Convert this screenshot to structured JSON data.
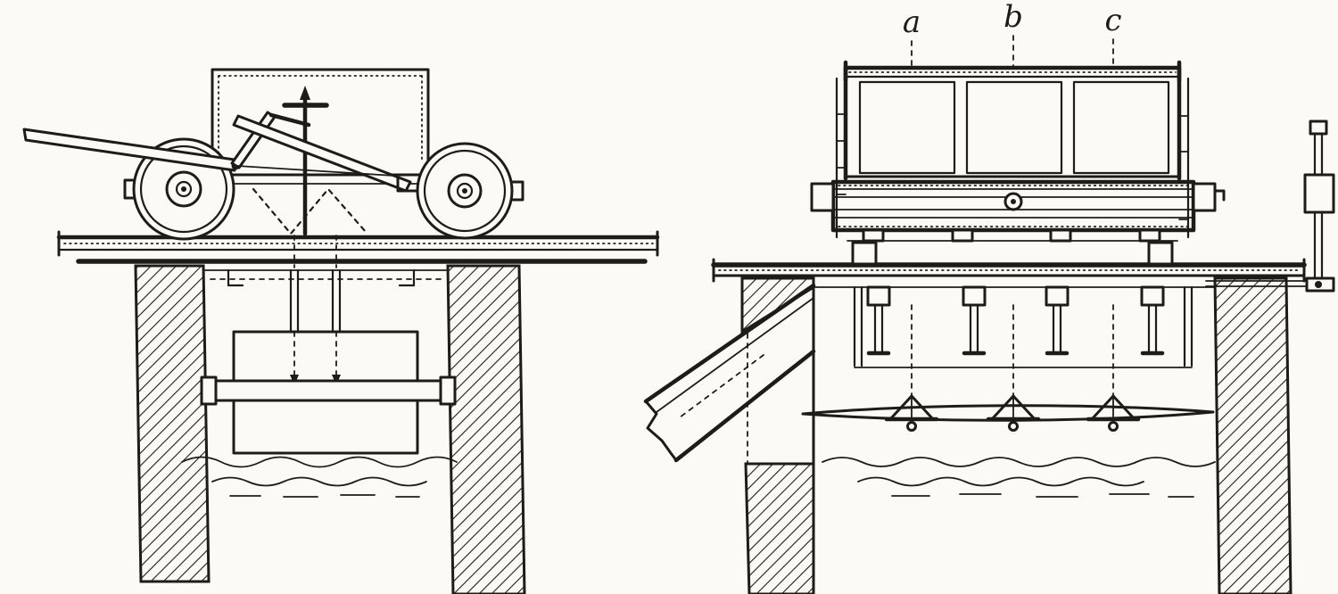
{
  "labels": {
    "a": "a",
    "b": "b",
    "c": "c"
  },
  "colors": {
    "ink": "#1d1c18",
    "paper": "#fbfaf5"
  }
}
